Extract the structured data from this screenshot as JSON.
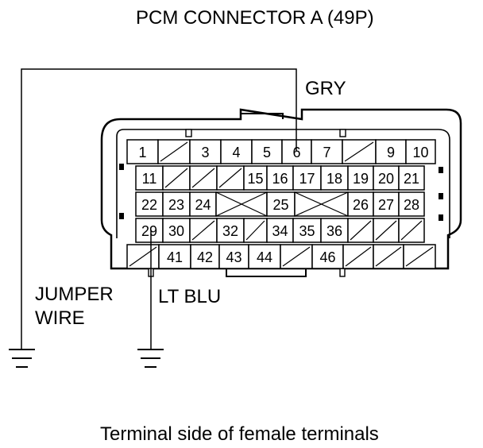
{
  "title": "PCM CONNECTOR A (49P)",
  "labels": {
    "gry": "GRY",
    "lt_blu": "LT BLU",
    "jumper_line1": "JUMPER",
    "jumper_line2": "WIRE"
  },
  "caption": "Terminal side of female terminals",
  "rows": [
    [
      "1",
      "",
      "3",
      "4",
      "5",
      "6",
      "7",
      "",
      "9",
      "10"
    ],
    [
      "11",
      "",
      "",
      "",
      "15",
      "16",
      "17",
      "18",
      "19",
      "20",
      "21"
    ],
    [
      "22",
      "23",
      "24",
      "",
      "25",
      "",
      "26",
      "27",
      "28"
    ],
    [
      "29",
      "30",
      "",
      "32",
      "",
      "34",
      "35",
      "36",
      "",
      "",
      ""
    ],
    [
      "",
      "41",
      "42",
      "43",
      "44",
      "",
      "46",
      "",
      "",
      ""
    ]
  ],
  "wires": [
    {
      "label": "GRY",
      "terminal": "6"
    },
    {
      "label": "LT BLU",
      "terminal": "29"
    }
  ]
}
